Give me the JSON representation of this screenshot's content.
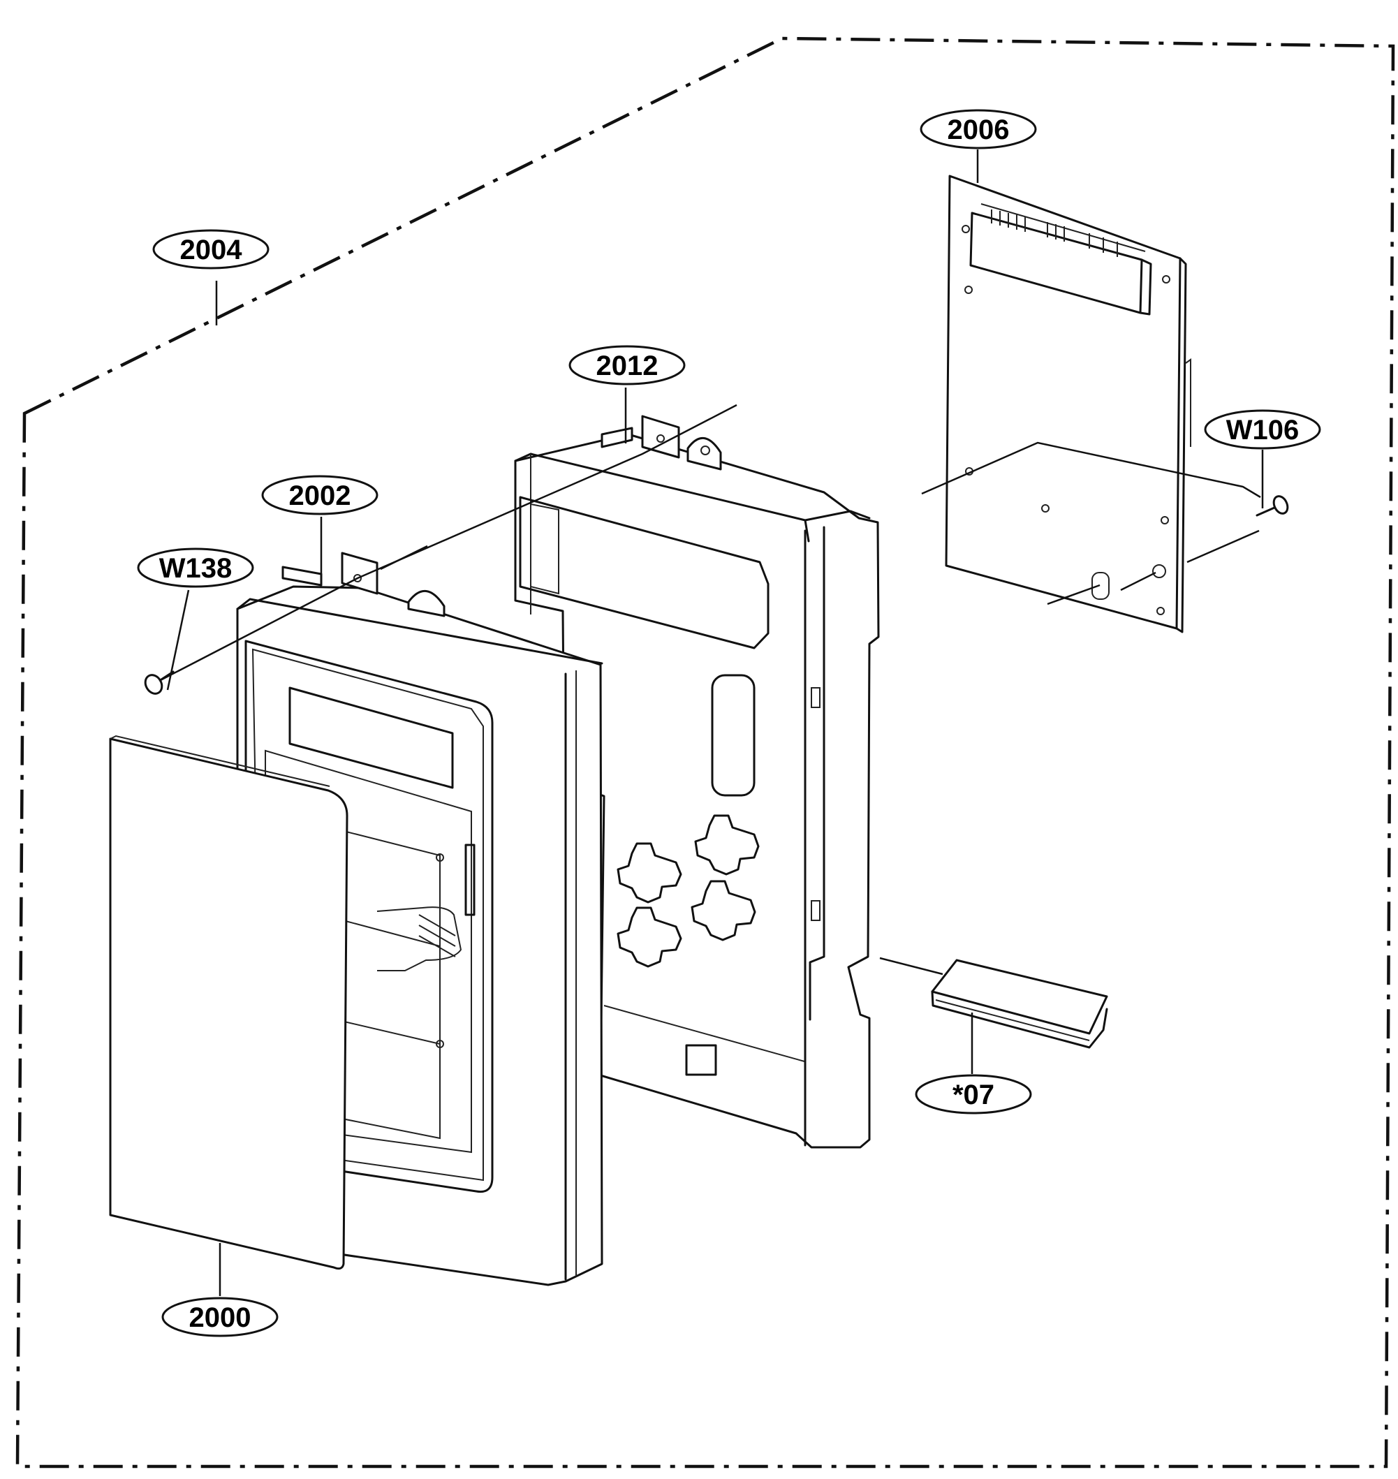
{
  "callouts": {
    "c2000": "2000",
    "c2002": "2002",
    "c2004": "2004",
    "c2006": "2006",
    "c2012": "2012",
    "w106": "W106",
    "w138": "W138",
    "c07": "*07"
  }
}
